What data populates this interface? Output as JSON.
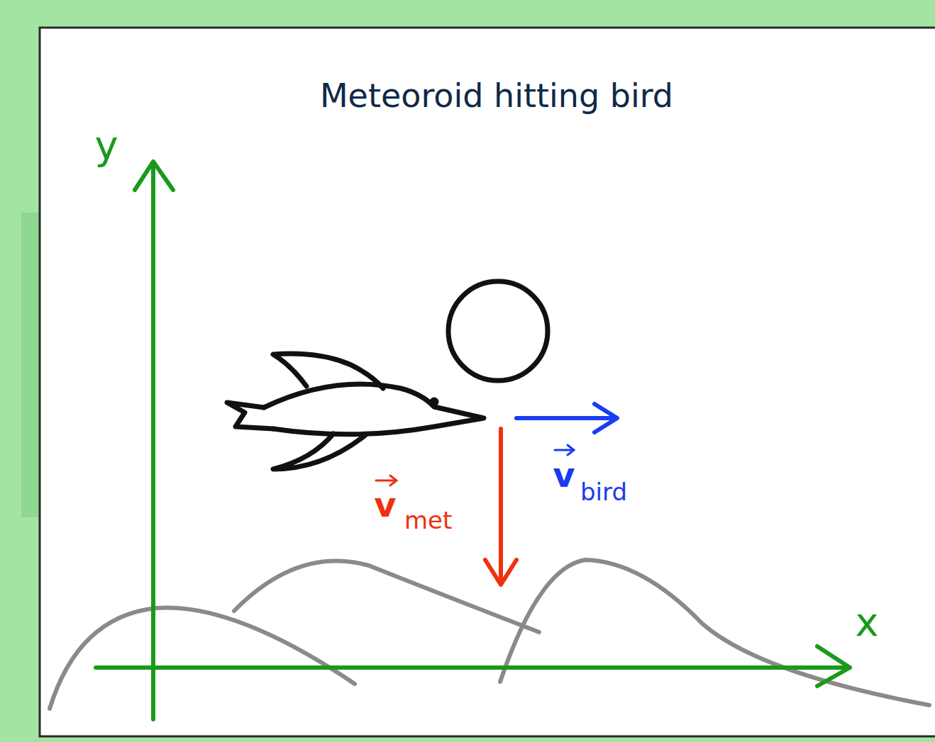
{
  "diagram": {
    "title": "Meteoroid hitting bird",
    "labels": [
      "y",
      "x",
      "v",
      "met",
      "v",
      "bird"
    ]
  }
}
